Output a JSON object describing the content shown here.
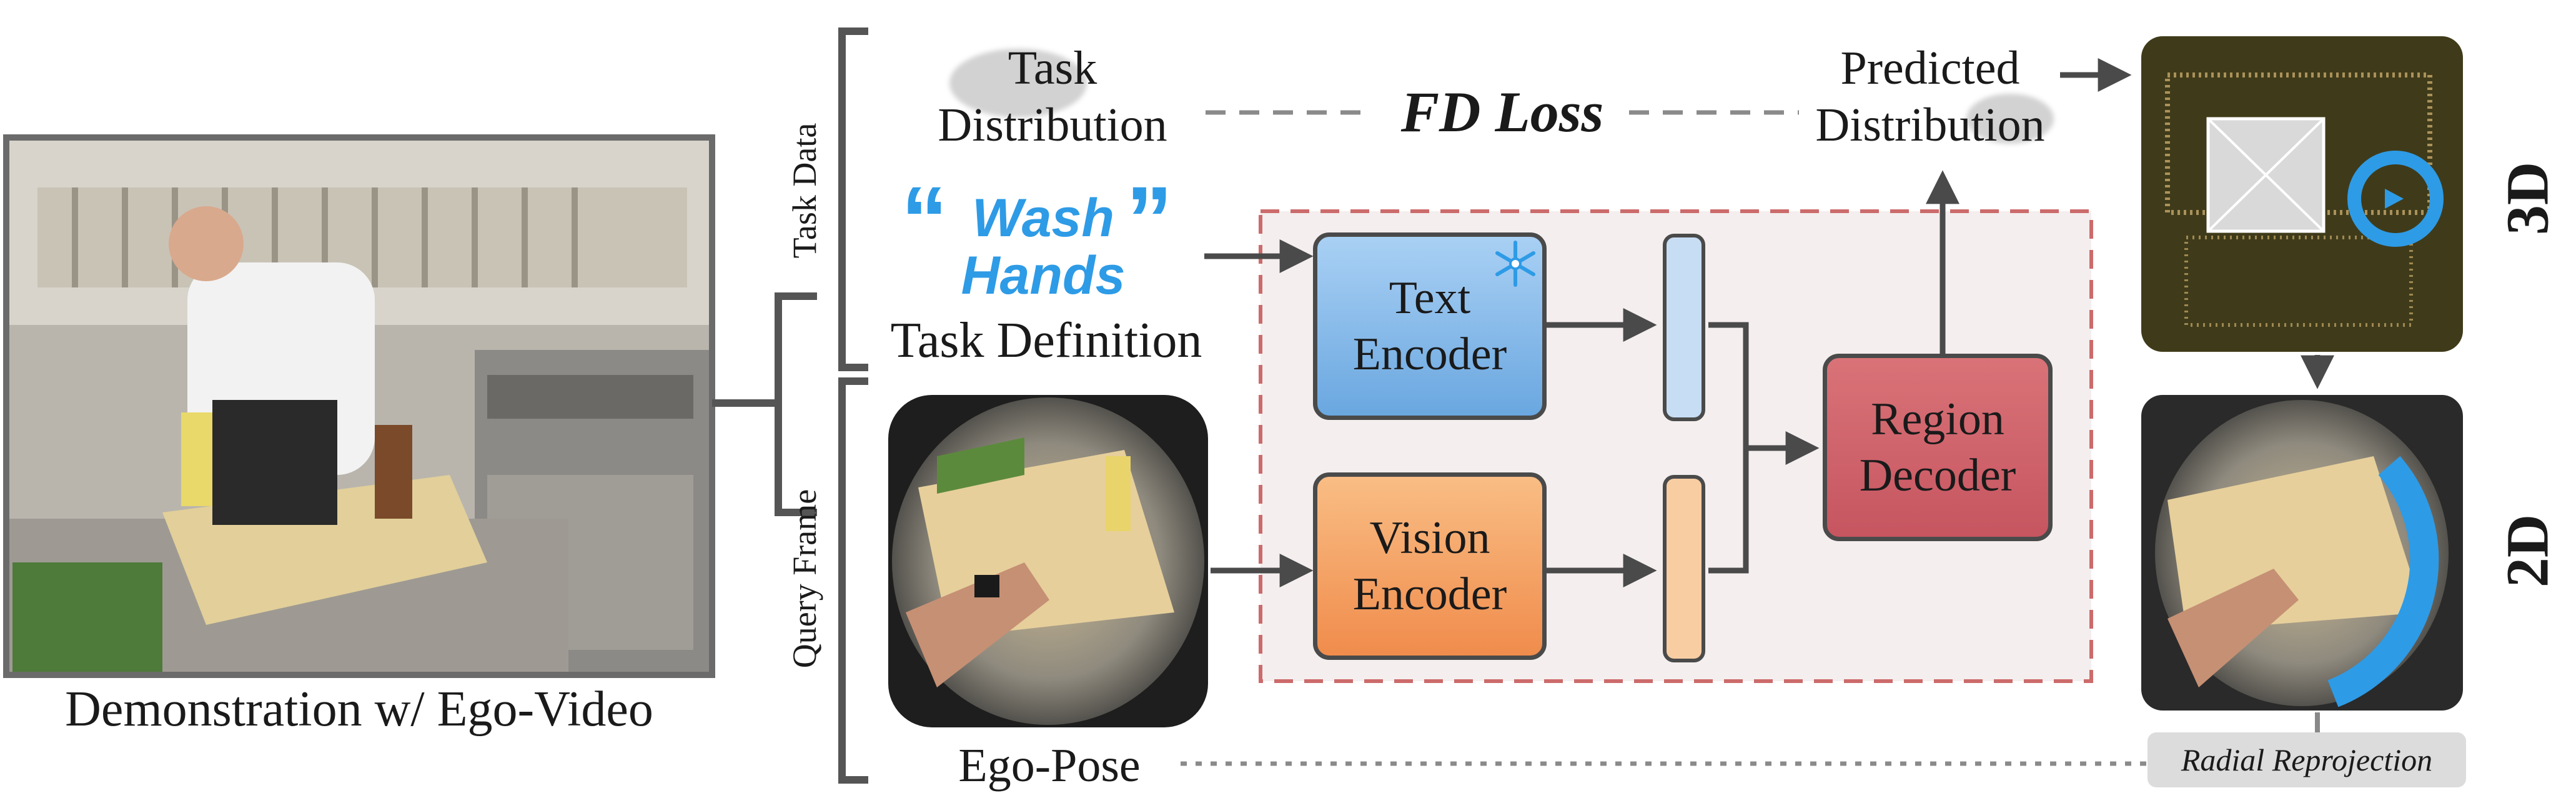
{
  "labels": {
    "demonstration": "Demonstration w/ Ego-Video",
    "task_data": "Task Data",
    "query_frame": "Query Frame",
    "task_distribution_line1": "Task",
    "task_distribution_line2": "Distribution",
    "fd_loss": "FD Loss",
    "predicted_line1": "Predicted",
    "predicted_line2": "Distribution",
    "quote_open": "“",
    "quote_close": "”",
    "task_text_line1": "Wash",
    "task_text_line2": "Hands",
    "task_definition": "Task Definition",
    "ego_pose": "Ego-Pose",
    "text_encoder_line1": "Text",
    "text_encoder_line2": "Encoder",
    "vision_encoder_line1": "Vision",
    "vision_encoder_line2": "Encoder",
    "region_decoder_line1": "Region",
    "region_decoder_line2": "Decoder",
    "label_3d": "3D",
    "label_2d": "2D",
    "radial_reprojection": "Radial Reprojection"
  },
  "icons": {
    "frozen": "snowflake-icon"
  },
  "colors": {
    "text_encoder": "#7fb4e8",
    "vision_encoder": "#f5a15f",
    "region_decoder": "#d0646b",
    "accent_blue": "#2e9be6",
    "dashed_region": "#cc6b6b"
  }
}
